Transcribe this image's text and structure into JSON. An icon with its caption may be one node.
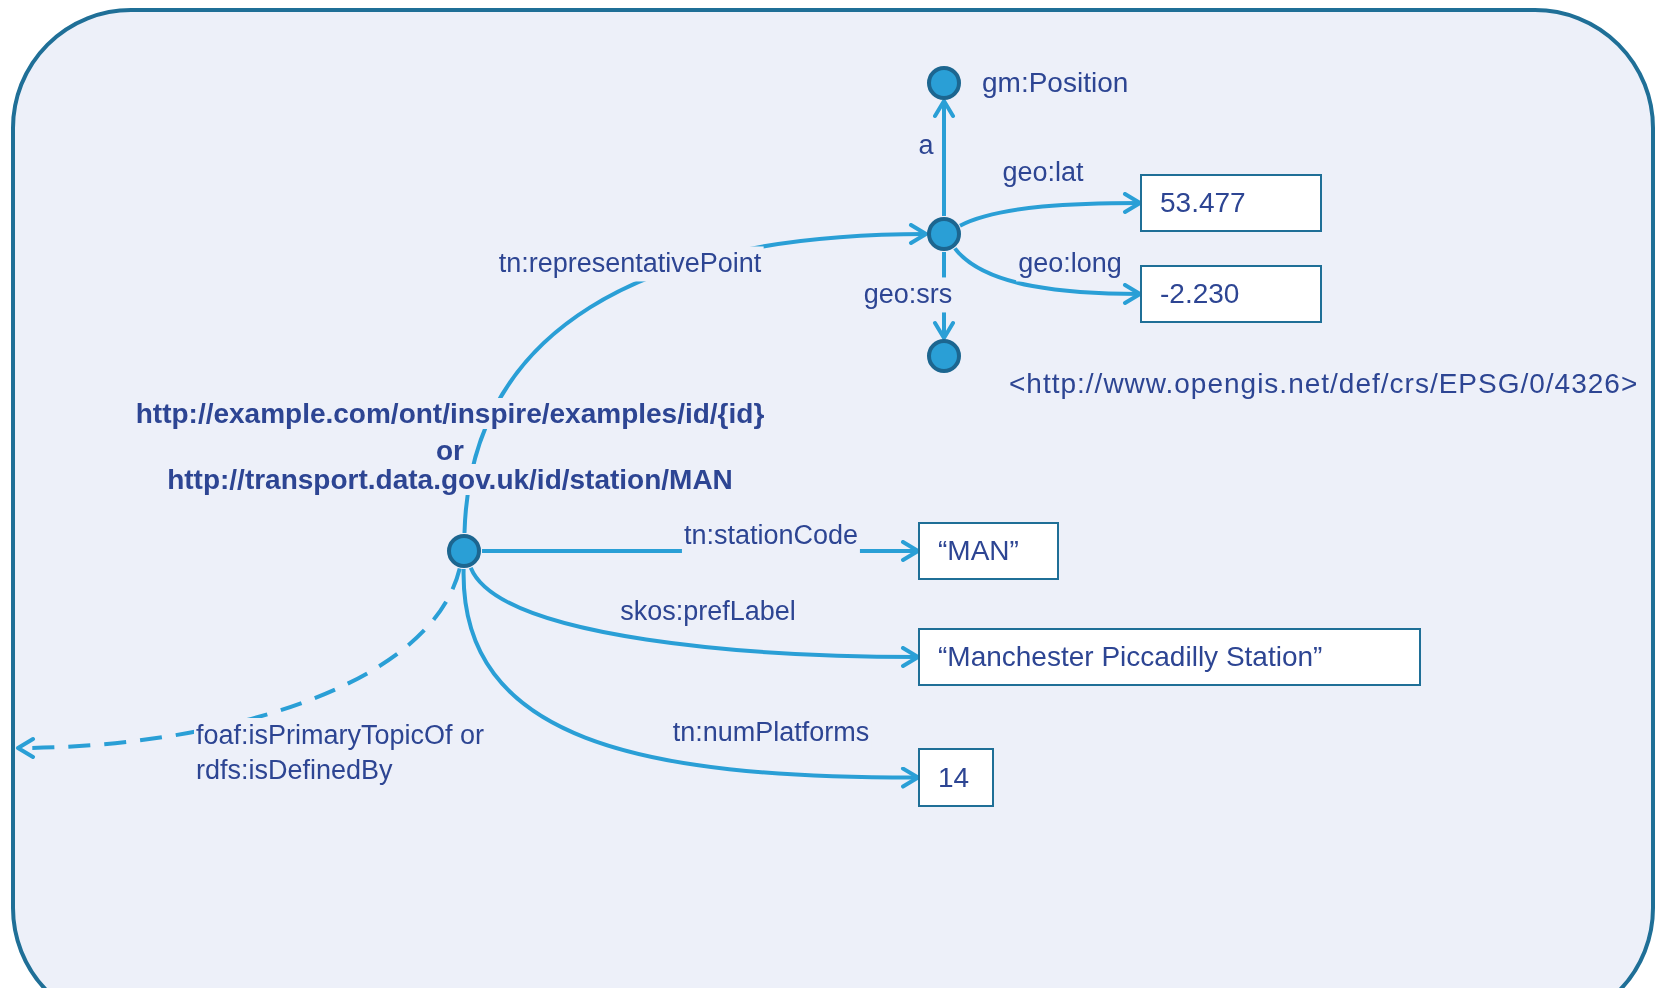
{
  "diagram": {
    "nodes": [
      {
        "text": [],
        "shape": "circle",
        "beside": [
          "gm:Position"
        ]
      },
      {
        "text": [],
        "shape": "circle"
      },
      {
        "text": [
          "53.477"
        ]
      },
      {
        "text": [
          "-2.230"
        ]
      },
      {
        "text": [],
        "shape": "circle",
        "beside": [
          "<http://www.opengis.net/def/crs/EPSG/0/4326>"
        ]
      },
      {
        "text": [],
        "shape": "circle",
        "beside": [
          "http://example.com/ont/inspire/examples/id/{id}",
          "or",
          "http://transport.data.gov.uk/id/station/MAN"
        ]
      },
      {
        "text": [
          "“MAN”"
        ]
      },
      {
        "text": [
          "“Manchester Piccadilly Station”"
        ]
      },
      {
        "text": [
          "14"
        ]
      }
    ],
    "edges": [
      {
        "from": 1,
        "to": 0,
        "arrow": "to",
        "label": "a"
      },
      {
        "from": 1,
        "to": 2,
        "arrow": "to",
        "label": "geo:lat"
      },
      {
        "from": 1,
        "to": 3,
        "arrow": "to",
        "label": "geo:long"
      },
      {
        "from": 1,
        "to": 4,
        "arrow": "to",
        "label": "geo:srs"
      },
      {
        "from": 5,
        "to": 1,
        "arrow": "to",
        "label": "tn:representativePoint"
      },
      {
        "from": 5,
        "to": 6,
        "arrow": "to",
        "label": "tn:stationCode"
      },
      {
        "from": 5,
        "to": 7,
        "arrow": "to",
        "label": "skos:prefLabel"
      },
      {
        "from": 5,
        "to": 8,
        "arrow": "to",
        "label": "tn:numPlatforms"
      },
      {
        "from": 5,
        "to": null,
        "arrow": "to",
        "label": "foaf:isPrimaryTopicOf or rdfs:isDefinedBy",
        "style": "dashed"
      }
    ]
  }
}
